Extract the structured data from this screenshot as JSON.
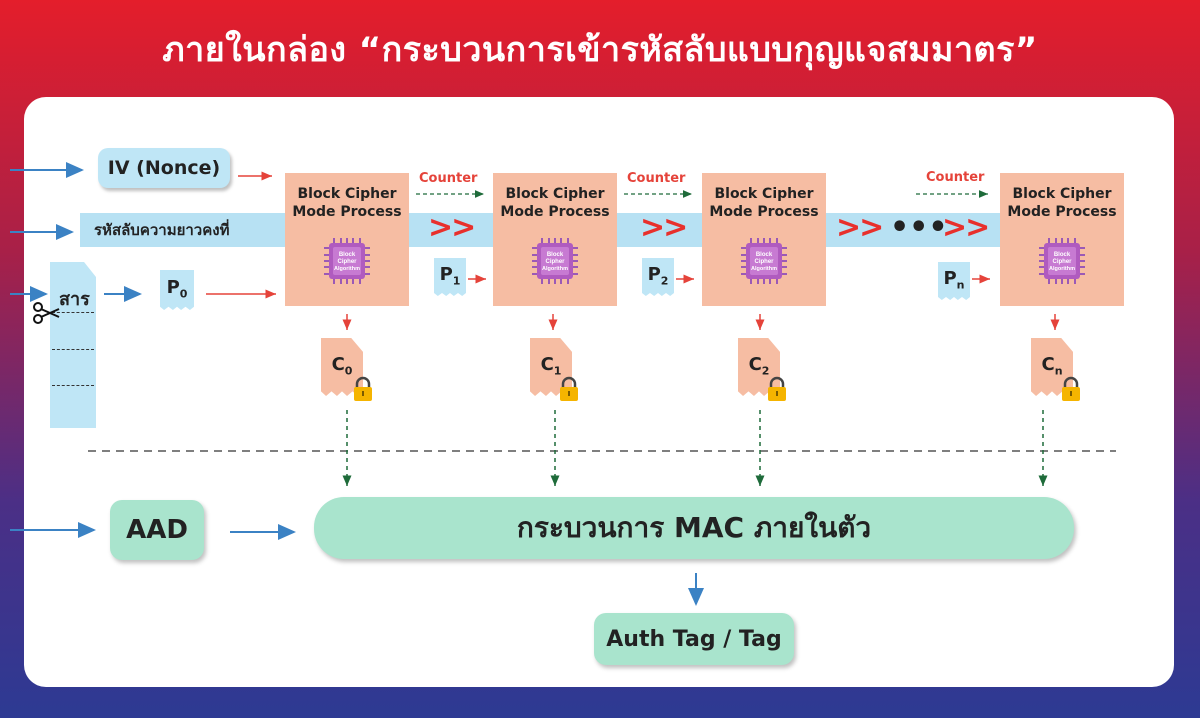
{
  "title": "ภายในกล่อง “กระบวนการเข้ารหัสลับแบบกุญแจสมมาตร”",
  "iv_label": "IV (Nonce)",
  "key_label": "รหัสลับความยาวคงที่",
  "message_label": "สาร",
  "cipher_block": {
    "line1": "Block Cipher",
    "line2": "Mode Process",
    "chip_line1": "Block",
    "chip_line2": "Cipher",
    "chip_line3": "Algorithm"
  },
  "counter_label": "Counter",
  "ellipsis": "•••",
  "plaintext_blocks": [
    {
      "base": "P",
      "sub": "0"
    },
    {
      "base": "P",
      "sub": "1"
    },
    {
      "base": "P",
      "sub": "2"
    },
    {
      "base": "P",
      "sub": "n"
    }
  ],
  "ciphertext_blocks": [
    {
      "base": "C",
      "sub": "0"
    },
    {
      "base": "C",
      "sub": "1"
    },
    {
      "base": "C",
      "sub": "2"
    },
    {
      "base": "C",
      "sub": "n"
    }
  ],
  "aad_label": "AAD",
  "mac_label": "กระบวนการ MAC ภายในตัว",
  "tag_label": "Auth Tag / Tag",
  "colors": {
    "background_top": "#e41e2b",
    "background_bottom": "#2d3a93",
    "cipher_block": "#f6bda3",
    "light_blue": "#bfe6f6",
    "green_box": "#a9e4cd",
    "red_accent": "#e8302c",
    "arrow_blue": "#3b82c4",
    "dashed_green": "#1e6b3a"
  },
  "icons": [
    "scissors-icon",
    "lock-icon",
    "chip-icon"
  ]
}
